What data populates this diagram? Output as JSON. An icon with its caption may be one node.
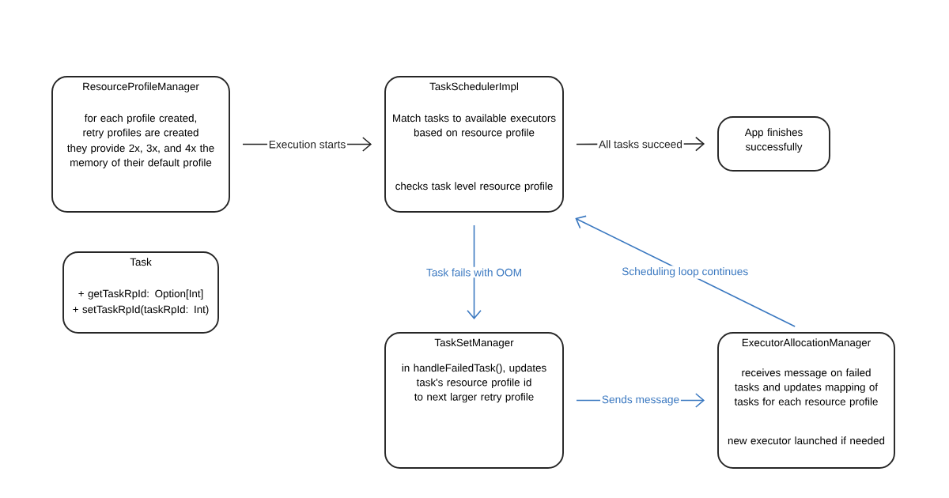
{
  "diagram": {
    "nodes": [
      {
        "text": [
          "ResourceProfileManager",
          "for each profile created, retry profiles are created",
          "they provide 2x, 3x, and 4x the memory of their default profile"
        ]
      },
      {
        "text": [
          "Task",
          "+ getTaskRpId: Option[Int]",
          "+ setTaskRpId(taskRpId: Int)"
        ]
      },
      {
        "text": [
          "TaskSchedulerImpl",
          "Match tasks to available executors based on resource profile",
          "checks task level resource profile"
        ]
      },
      {
        "text": [
          "App finishes successfully"
        ]
      },
      {
        "text": [
          "TaskSetManager",
          "in handleFailedTask(), updates task's resource profile id to next larger retry profile"
        ]
      },
      {
        "text": [
          "ExecutorAllocationManager",
          "receives message on failed tasks and updates mapping of tasks for each resource profile",
          "new executor launched if needed"
        ]
      }
    ],
    "edges": [
      {
        "from": 0,
        "to": 2,
        "arrow": "to",
        "label": "Execution starts",
        "color": "#222222"
      },
      {
        "from": 2,
        "to": 3,
        "arrow": "to",
        "label": "All tasks succeed",
        "color": "#222222"
      },
      {
        "from": 2,
        "to": 4,
        "arrow": "to",
        "label": "Task fails with OOM"
      },
      {
        "from": 4,
        "to": 5,
        "arrow": "to",
        "label": "Sends message"
      },
      {
        "from": 5,
        "to": 2,
        "arrow": "to",
        "label": "Scheduling loop continues"
      }
    ]
  }
}
